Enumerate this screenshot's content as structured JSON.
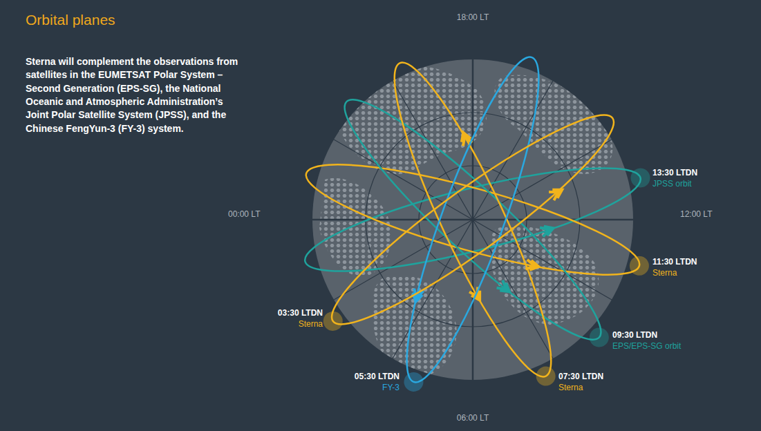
{
  "diagram": {
    "title": "Orbital planes",
    "labels": [
      "Sterna will complement the observations from satellites in the EUMETSAT Polar System – Second Generation (EPS-SG), the National Oceanic and Atmospheric Administration’s Joint Polar Satellite System (JPSS), and the Chinese FengYun-3 (FY-3) system.",
      "18:00 LT",
      "00:00 LT",
      "12:00 LT",
      "06:00 LT",
      "13:30 LTDN",
      "JPSS orbit",
      "11:30 LTDN",
      "Sterna",
      "09:30 LTDN",
      "EPS/EPS-SG orbit",
      "07:30 LTDN",
      "Sterna",
      "05:30 LTDN",
      "FY-3",
      "03:30 LTDN",
      "Sterna"
    ]
  }
}
